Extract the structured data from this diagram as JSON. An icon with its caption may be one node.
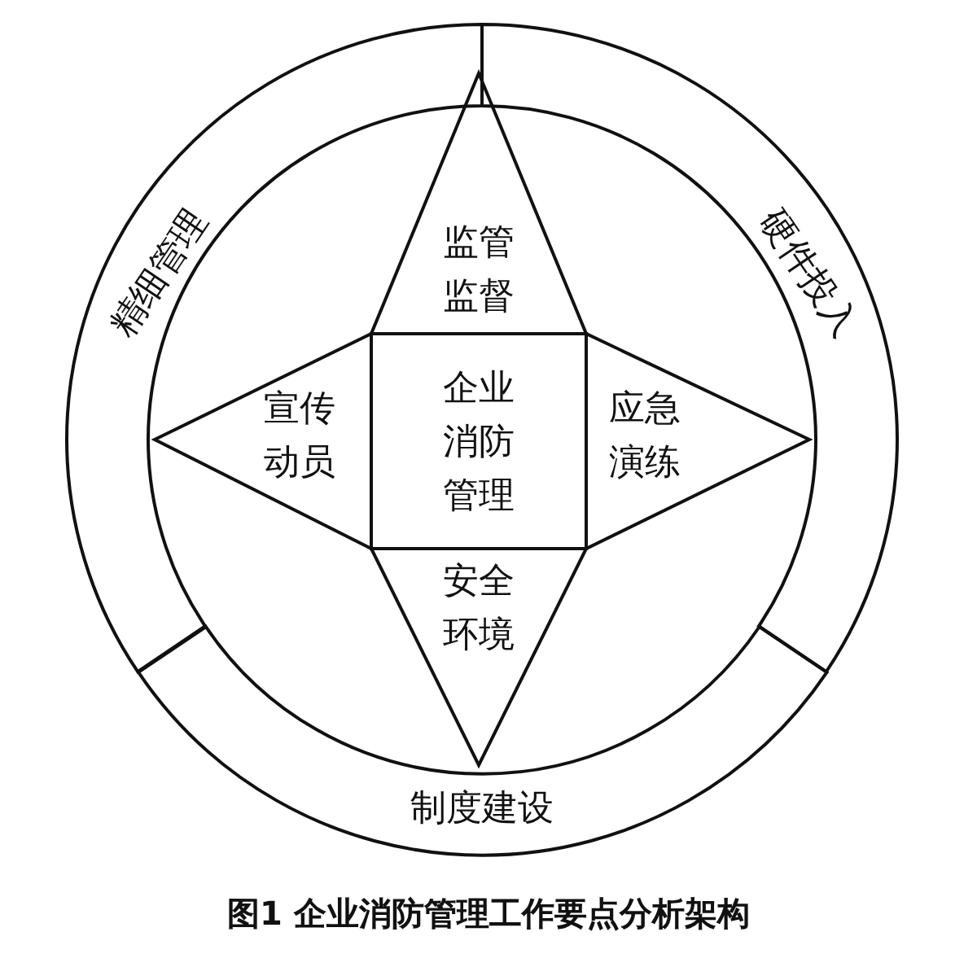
{
  "diagram": {
    "caption": "图1 企业消防管理工作要点分析架构",
    "nodes": [
      {
        "text": [
          "精细管理"
        ]
      },
      {
        "text": [
          "硬件投入"
        ]
      },
      {
        "text": [
          "制度建设"
        ]
      },
      {
        "text": [
          "监管监督"
        ]
      },
      {
        "text": [
          "宣传动员"
        ]
      },
      {
        "text": [
          "企业消防管理"
        ]
      },
      {
        "text": [
          "应急演练"
        ]
      },
      {
        "text": [
          "安全环境"
        ]
      }
    ]
  }
}
